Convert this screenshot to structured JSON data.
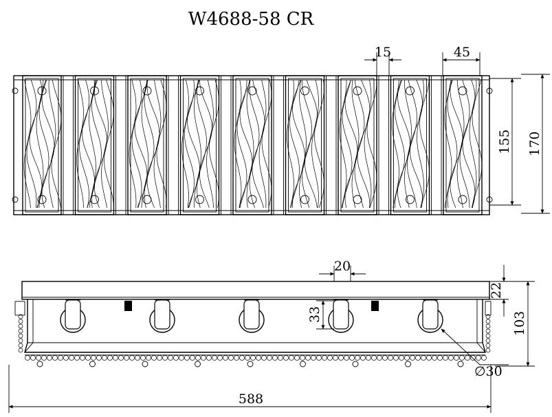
{
  "title": "W4688-58 CR",
  "top_view": {
    "panel_count": 9,
    "dimensions": {
      "gap": "15",
      "panel_width": "45",
      "inner_height": "155",
      "outer_height": "170"
    }
  },
  "side_view": {
    "bulb_count": 5,
    "dimensions": {
      "bulb_width": "20",
      "bulb_height": "33",
      "plate_thickness": "22",
      "total_height": "103",
      "diameter": "∅30",
      "total_length": "588"
    }
  }
}
